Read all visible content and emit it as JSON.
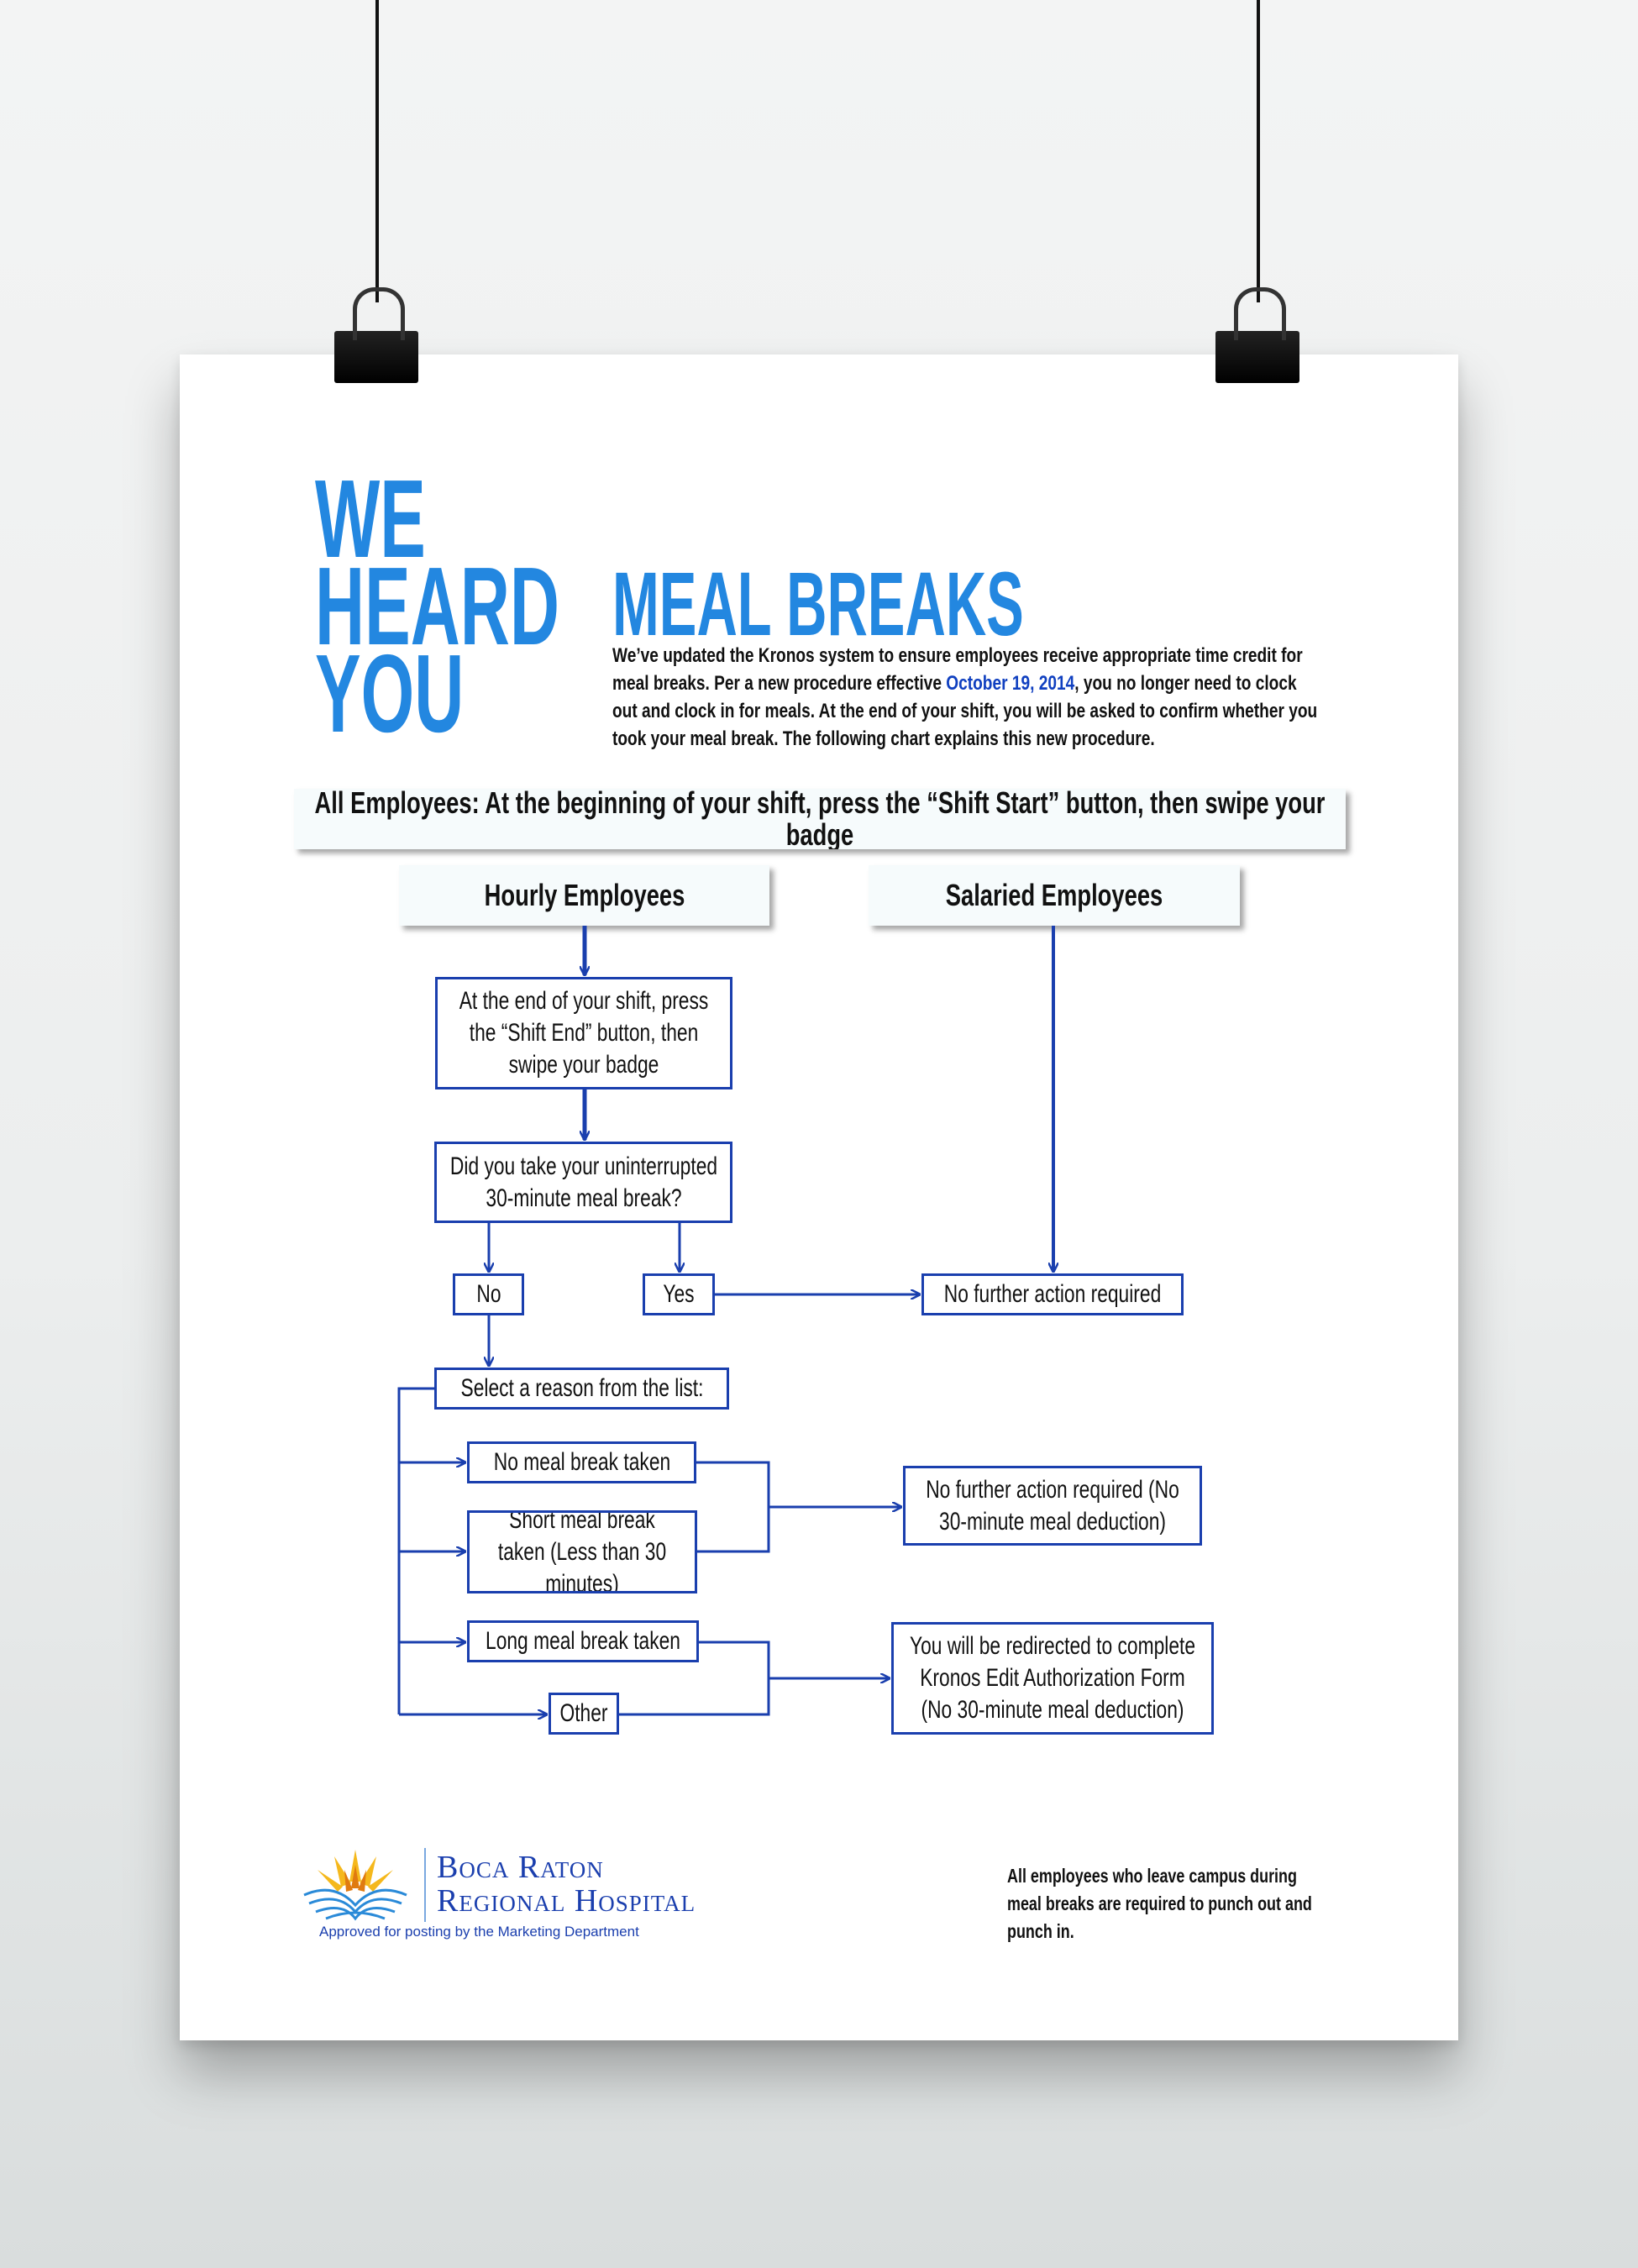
{
  "poster": {
    "headline_lines": [
      "WE",
      "HEARD",
      "YOU"
    ],
    "title": "MEAL BREAKS",
    "intro": {
      "before_date": "We’ve updated the Kronos system to ensure employees receive appropriate time credit for meal breaks. Per a new procedure effective ",
      "date": "October 19, 2014",
      "after_date": ", you no longer need to clock out and clock in for meals. At the end of your shift, you will be asked to confirm whether you took your meal break. The following chart explains this new procedure."
    },
    "colors": {
      "accent": "#2387e0",
      "flow_blue": "#1a3fae",
      "date": "#1040c0"
    }
  },
  "flow": {
    "banner": "All Employees: At the beginning of your shift, press the “Shift Start” button, then swipe your badge",
    "hourly": "Hourly Employees",
    "salaried": "Salaried Employees",
    "shift_end": "At the end of your shift, press the “Shift End” button, then swipe your badge",
    "question": "Did you take your uninterrupted 30-minute meal break?",
    "no": "No",
    "yes": "Yes",
    "no_action_1": "No further action required",
    "select_reason": "Select a reason from the list:",
    "reasons": [
      "No meal break taken",
      "Short meal break taken (Less than 30 minutes)",
      "Long meal break taken",
      "Other"
    ],
    "no_action_2": "No further action required (No 30-minute meal deduction)",
    "redirect": "You will be redirected to complete Kronos Edit Authorization Form (No 30-minute meal deduction)"
  },
  "footer": {
    "logo_line1": "Boca Raton",
    "logo_line2": "Regional Hospital",
    "approved": "Approved for posting by the Marketing Department",
    "note": "All employees who leave campus during meal breaks are required to punch out and punch in."
  }
}
